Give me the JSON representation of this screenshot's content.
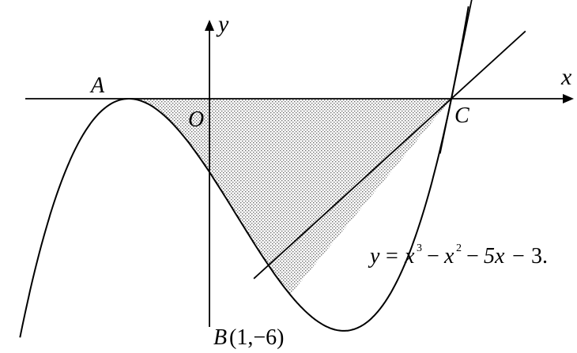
{
  "diagram": {
    "equation": {
      "y": "y",
      "eq": "=",
      "x1": "x",
      "p1": "3",
      "minus1": "−",
      "x2": "x",
      "p2": "2",
      "minus2": "−",
      "term3": "5x",
      "minus3": "−",
      "term4": "3."
    },
    "point_labels": {
      "a": "A",
      "o": "O",
      "c": "C",
      "b_letter": "B",
      "b_coords": "(1,−6)"
    },
    "axis_labels": {
      "x": "x",
      "y": "y"
    },
    "colors": {
      "ink": "#000000",
      "shade": "#bfbfbf",
      "background": "#ffffff"
    }
  }
}
